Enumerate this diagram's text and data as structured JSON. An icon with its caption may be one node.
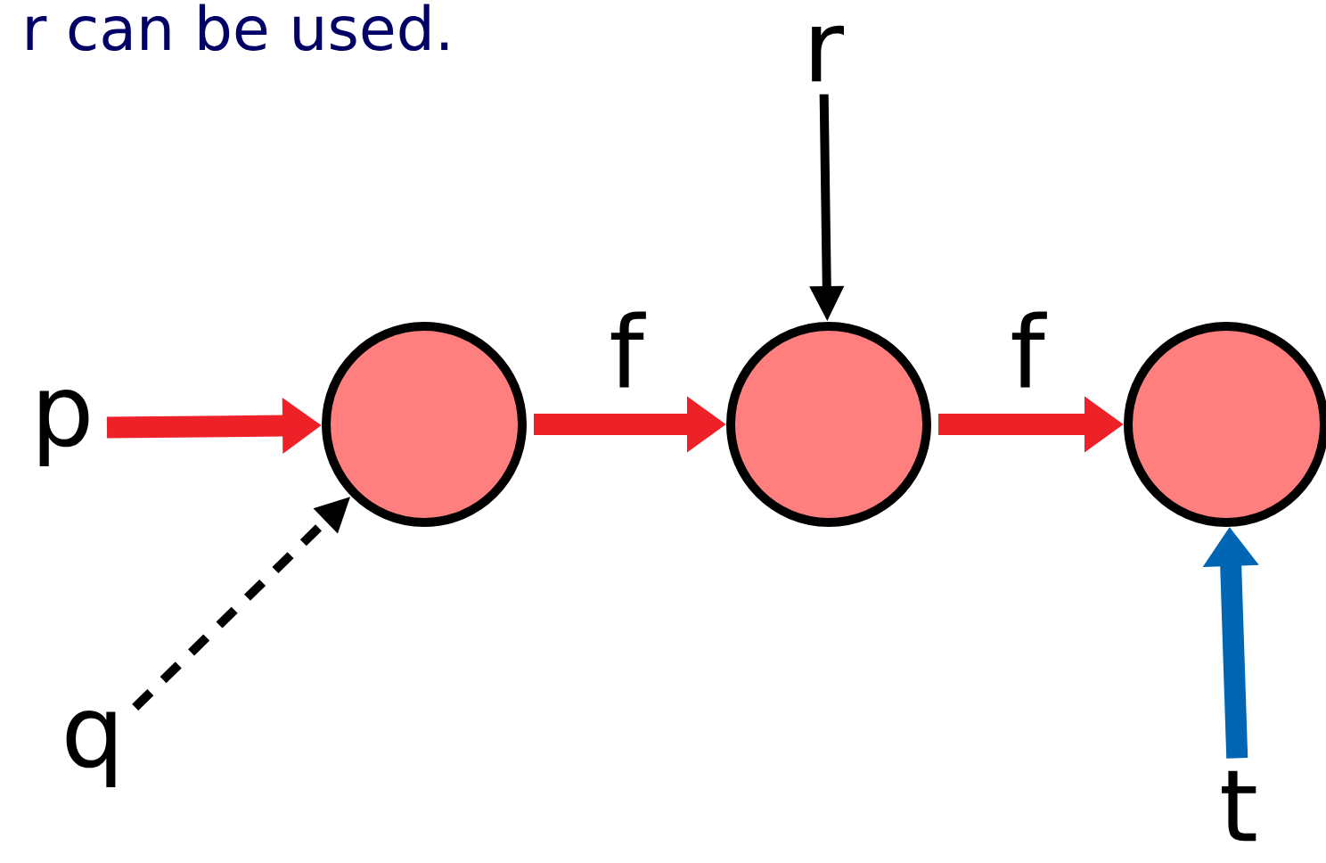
{
  "diagram": {
    "nodes": [
      {
        "text": [
          "p"
        ]
      },
      {
        "text": [
          "q"
        ]
      },
      {
        "text": [
          "r"
        ]
      },
      {
        "text": [
          "t"
        ]
      },
      {
        "text": [],
        "shape": "circle"
      },
      {
        "text": [],
        "shape": "circle"
      },
      {
        "text": [],
        "shape": "circle"
      }
    ],
    "edges": [
      {
        "from": 0,
        "to": 4,
        "arrow": "to"
      },
      {
        "from": 1,
        "to": 4,
        "arrow": "to",
        "style": "dashed",
        "color": "#000000"
      },
      {
        "from": 4,
        "to": 5,
        "arrow": "to",
        "label": "f"
      },
      {
        "from": 2,
        "to": 5,
        "arrow": "to",
        "color": "#000000"
      },
      {
        "from": 5,
        "to": 6,
        "arrow": "to",
        "label": "f"
      },
      {
        "from": 3,
        "to": 6,
        "arrow": "to",
        "color": "#0066b3"
      }
    ],
    "labels": [
      "r can be used."
    ]
  }
}
